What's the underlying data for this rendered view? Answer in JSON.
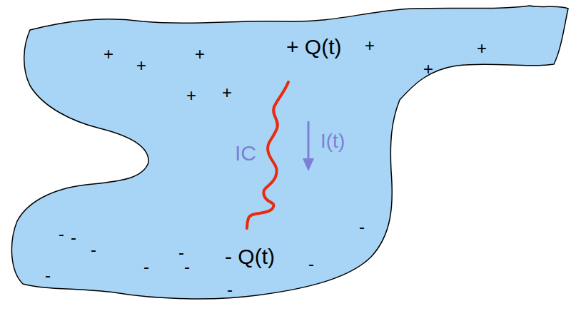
{
  "diagram": {
    "labels": [
      "+",
      "+",
      "+",
      "+ Q(t)",
      "+",
      "+",
      "+",
      "+",
      "+",
      "IC",
      "I(t)",
      "-",
      "-",
      "-",
      "-",
      "-",
      "-",
      "-",
      "- Q(t)",
      "-",
      "-",
      "-"
    ]
  }
}
